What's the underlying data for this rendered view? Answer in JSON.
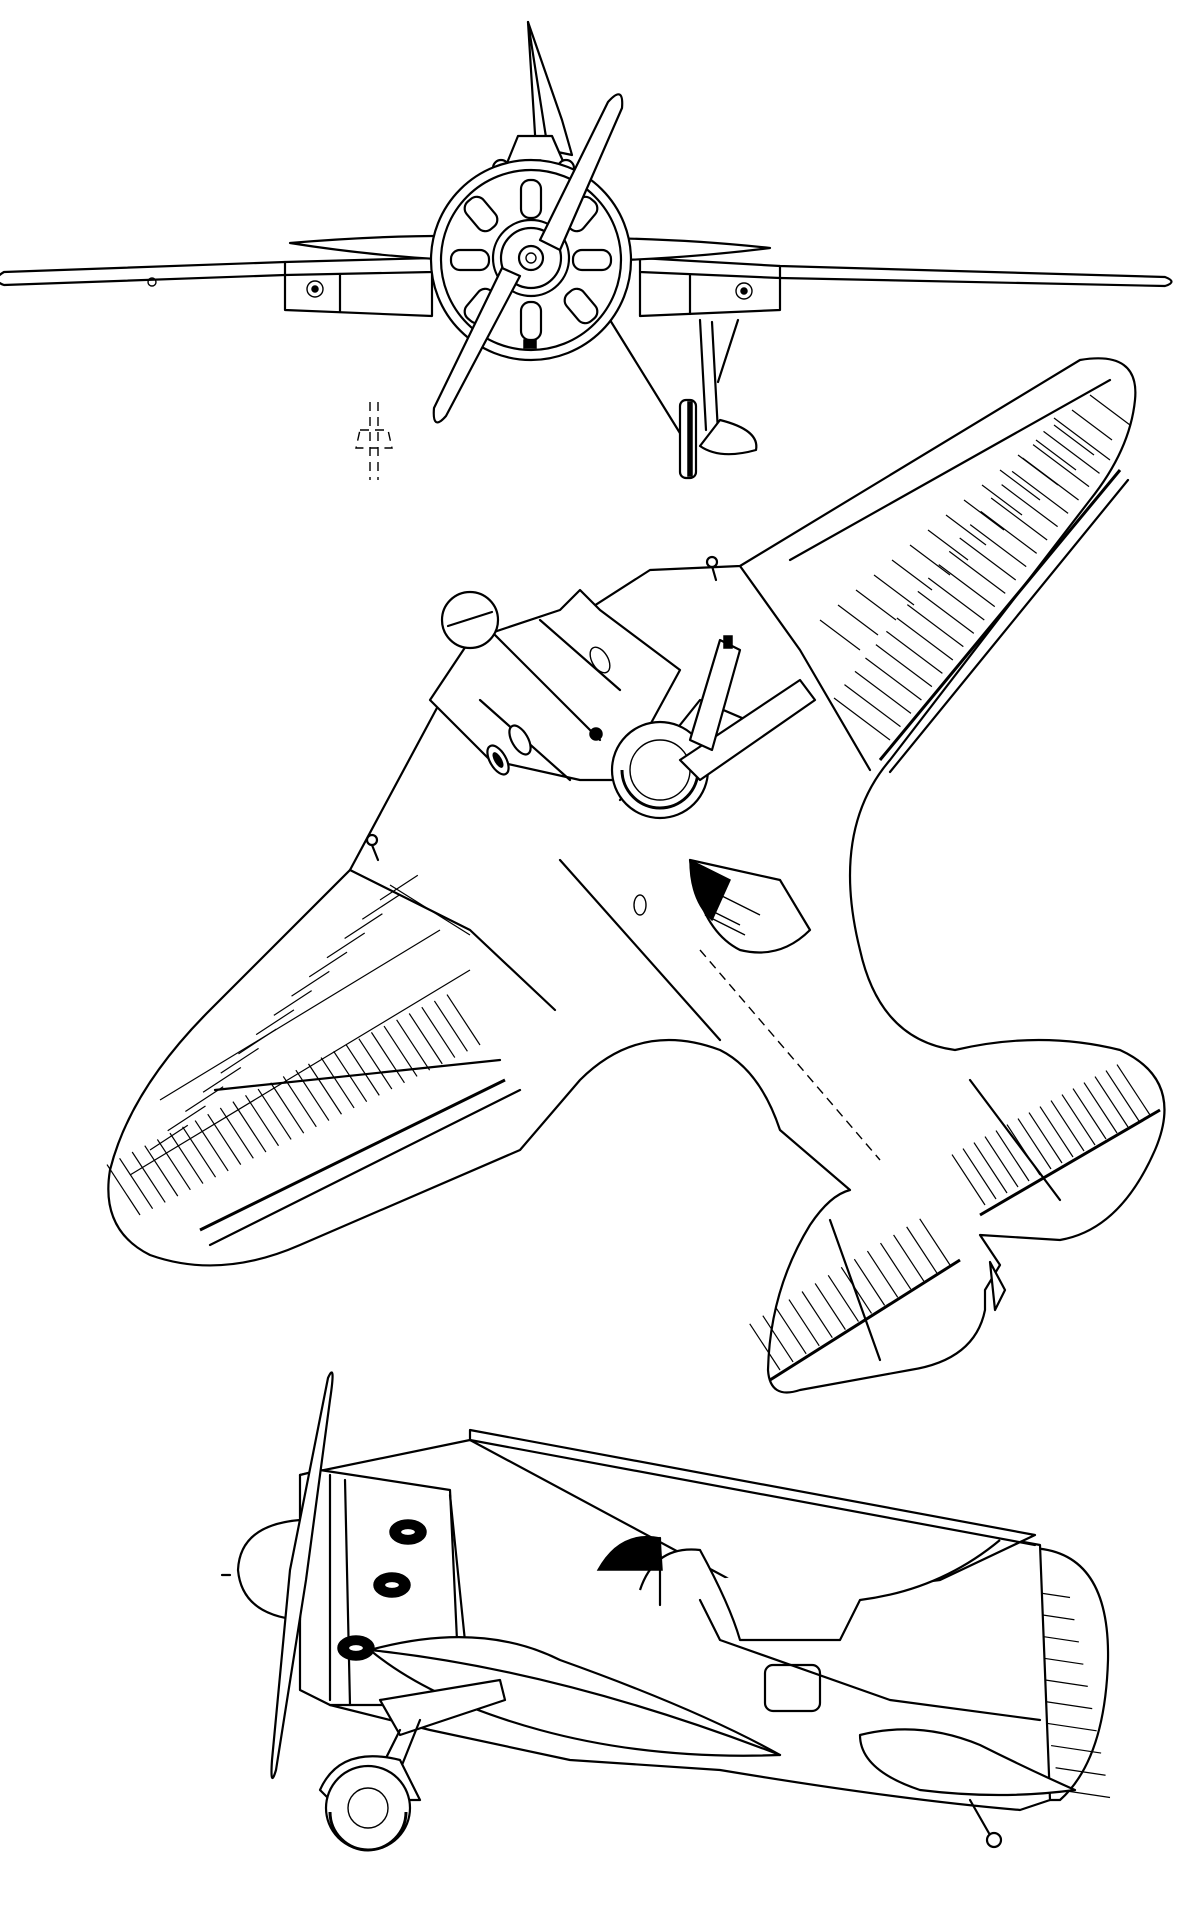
{
  "drawing": {
    "views": [
      "front",
      "underside",
      "side"
    ],
    "line_color": "#000000",
    "background": "#ffffff"
  }
}
